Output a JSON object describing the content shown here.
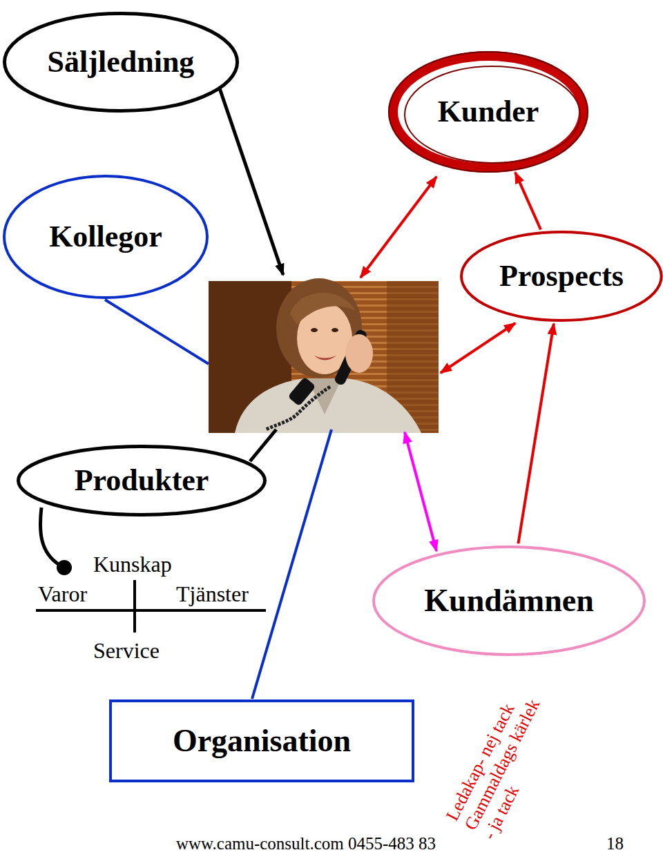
{
  "diagram": {
    "nodes": [
      {
        "text": [
          "Säljledning"
        ]
      },
      {
        "text": [
          "Kunder"
        ]
      },
      {
        "text": [
          "Kollegor"
        ]
      },
      {
        "text": [
          "Prospects"
        ]
      },
      {
        "text": [
          "Produkter"
        ]
      },
      {
        "text": [
          "Kundämnen"
        ]
      },
      {
        "text": [
          "Organisation"
        ]
      }
    ],
    "edges": [
      {
        "from": 3,
        "to": 1,
        "arrow": "to"
      },
      {
        "from": 5,
        "to": 3,
        "arrow": "to"
      }
    ],
    "labels": [
      "Kunskap",
      "Varor",
      "Tjänster",
      "Service",
      "Ledakap- nej tack",
      "Gammaldags kärlek",
      "- ja tack",
      "www.camu-consult.com 0455-483 83",
      "18"
    ]
  }
}
